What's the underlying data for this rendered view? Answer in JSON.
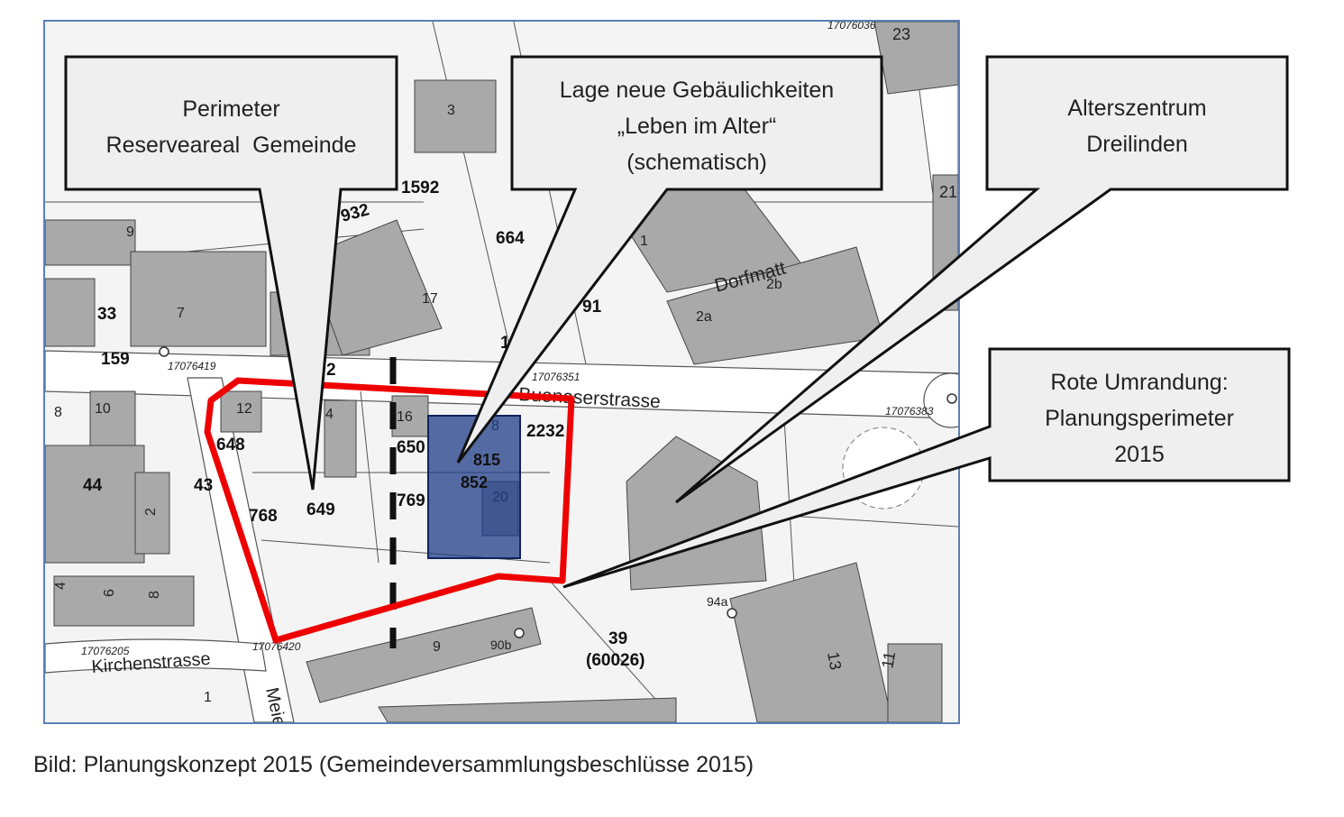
{
  "callouts": {
    "perimeter": {
      "line1": "Perimeter",
      "line2": "Reserveareal  Gemeinde"
    },
    "new_buildings": {
      "line1": "Lage neue Gebäulichkeiten",
      "line2": "„Leben im Alter“",
      "line3": "(schematisch)"
    },
    "alterszentrum": {
      "line1": "Alterszentrum",
      "line2": "Dreilinden"
    },
    "red_border": {
      "line1": "Rote Umrandung:",
      "line2": "Planungsperimeter",
      "line3": "2015"
    }
  },
  "map": {
    "streets": {
      "buonaserstrasse": "Buonaserstrasse",
      "kirchenstrasse": "Kirchenstrasse",
      "dorfmatt": "Dorfmatt",
      "meie": "Meie"
    },
    "parcels": {
      "p1592": "1592",
      "p932": "932",
      "p664": "664",
      "p91": "91",
      "p33": "33",
      "p159": "159",
      "p2": "2",
      "p648": "648",
      "p650": "650",
      "p2232": "2232",
      "p815": "815",
      "p852": "852",
      "p769": "769",
      "p768": "768",
      "p649": "649",
      "p43": "43",
      "p44": "44",
      "p39": "39",
      "p60026": "(60026)",
      "p1": "1"
    },
    "house_numbers": {
      "h9": "9",
      "h7": "7",
      "h3": "3",
      "h17": "17",
      "h1": "1",
      "h2a": "2a",
      "h2b": "2b",
      "h10": "10",
      "h8": "8",
      "h12": "12",
      "h4": "4",
      "h16": "16",
      "h20": "20",
      "h2c": "2",
      "h4b": "4",
      "h6": "6",
      "h8b": "8",
      "h9b": "9",
      "h90b": "90b",
      "h94a": "94a",
      "h13": "13",
      "h11": "11",
      "h23": "23",
      "h21": "21",
      "h1b": "1",
      "h18": "8"
    },
    "points": {
      "pt1": "17076419",
      "pt2": "17076383",
      "pt3": "17076420",
      "pt4": "17076205",
      "pt5": "17076036",
      "pt6": "17076351"
    },
    "colors": {
      "perimeter": "#ee0000",
      "new_building": "#1f3c88",
      "building": "#a9a9a9"
    }
  },
  "caption": "Bild: Planungskonzept 2015 (Gemeindeversammlungsbeschlüsse 2015)"
}
